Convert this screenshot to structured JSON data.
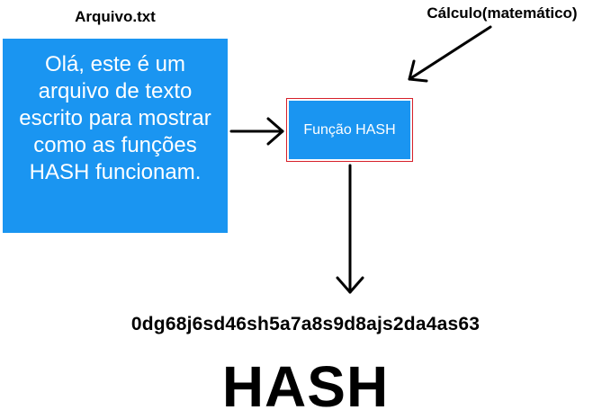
{
  "file": {
    "label": "Arquivo.txt",
    "content": "Olá, este é um arquivo de texto escrito para mostrar como as funções HASH funcionam."
  },
  "calculation": {
    "label": "Cálculo(matemático)"
  },
  "hash_function": {
    "label": "Função HASH"
  },
  "output": {
    "hash_value": "0dg68j6sd46sh5a7a8s9d8ajs2da4as63",
    "title": "HASH"
  },
  "colors": {
    "box_fill": "#1a95f1",
    "box_border": "#d6202a",
    "text_on_box": "#ffffff",
    "arrow": "#000000"
  }
}
